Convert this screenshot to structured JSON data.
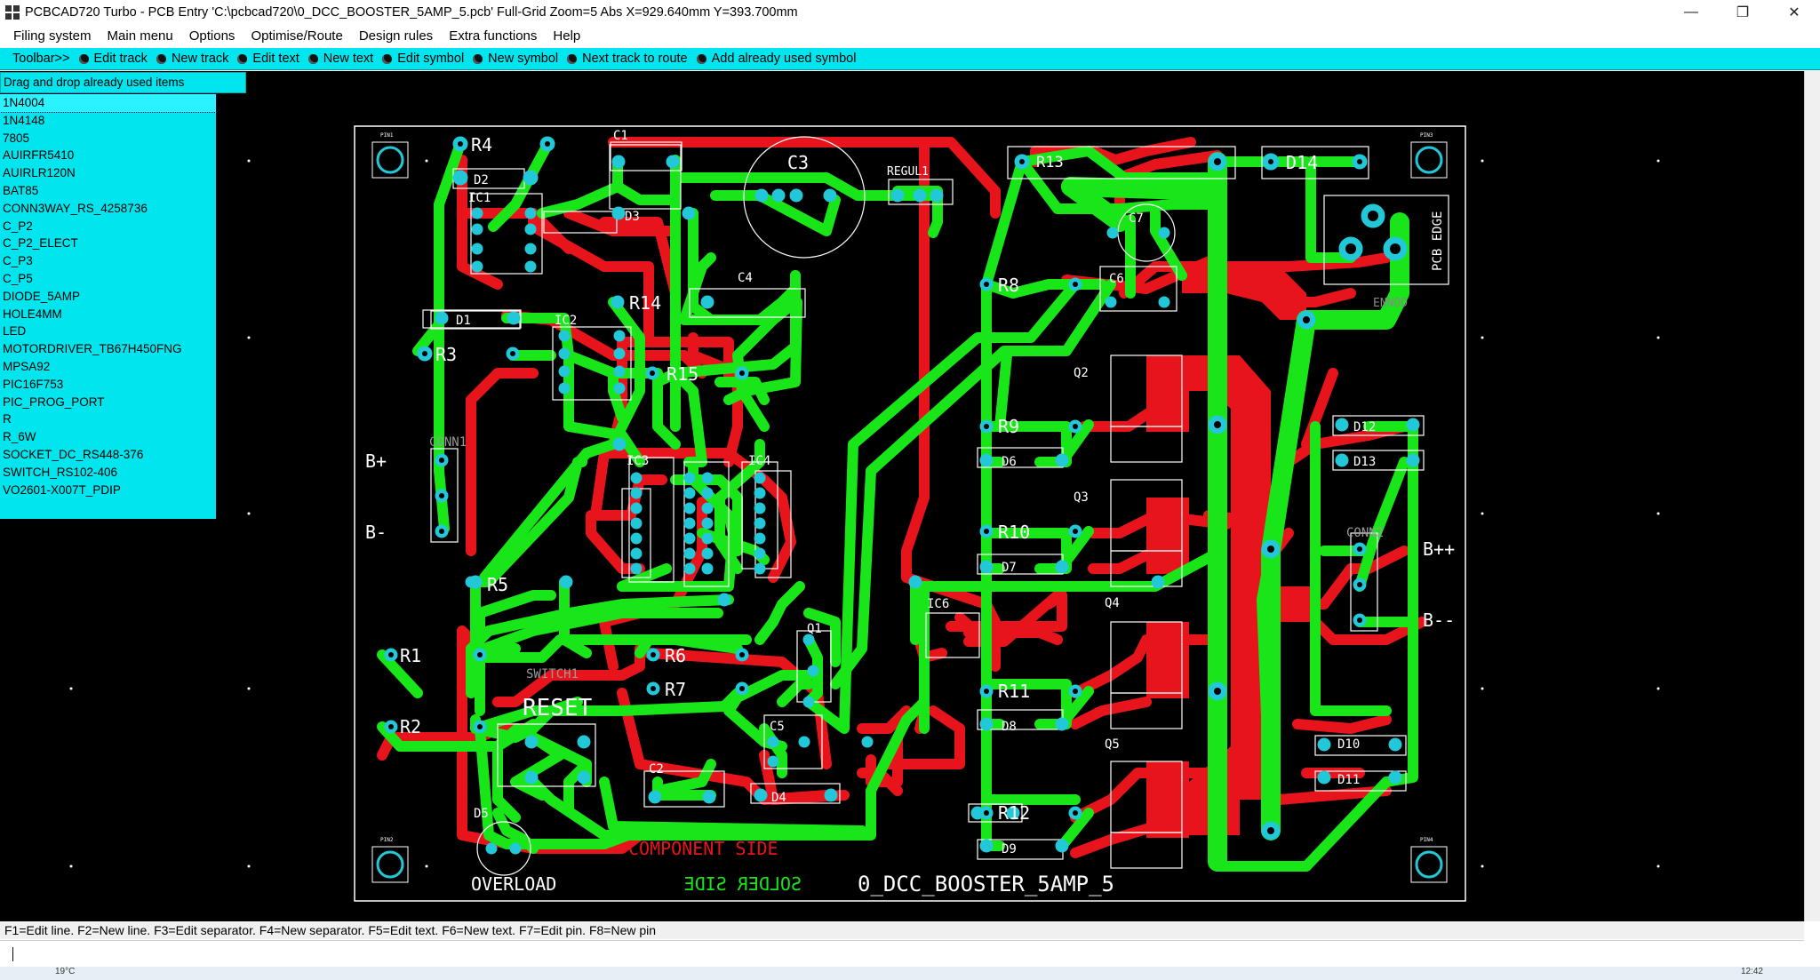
{
  "window": {
    "title": "PCBCAD720 Turbo - PCB Entry 'C:\\pcbcad720\\0_DCC_BOOSTER_5AMP_5.pcb' Full-Grid Zoom=5 Abs X=929.640mm Y=393.700mm",
    "minimize": "—",
    "maximize": "❐",
    "close": "✕"
  },
  "menu": [
    "Filing system",
    "Main menu",
    "Options",
    "Optimise/Route",
    "Design rules",
    "Extra functions",
    "Help"
  ],
  "toolbar": {
    "label": "Toolbar>>",
    "items": [
      "Edit track",
      "New track",
      "Edit text",
      "New text",
      "Edit symbol",
      "New symbol",
      "Next track to route",
      "Add already used symbol"
    ]
  },
  "panel": {
    "header": "Drag and drop already used items",
    "symbols": [
      "1N4004",
      "1N4148",
      "7805",
      "AUIRFR5410",
      "AUIRLR120N",
      "BAT85",
      "CONN3WAY_RS_4258736",
      "C_P2",
      "C_P2_ELECT",
      "C_P3",
      "C_P5",
      "DIODE_5AMP",
      "HOLE4MM",
      "LED",
      "MOTORDRIVER_TB67H450FNG",
      "MPSA92",
      "PIC16F753",
      "PIC_PROG_PORT",
      "R",
      "R_6W",
      "SOCKET_DC_RS448-376",
      "SWITCH_RS102-406",
      "VO2601-X007T_PDIP"
    ],
    "selected_index": 0
  },
  "board": {
    "labels": {
      "R4": "R4",
      "D2": "D2",
      "C1": "C1",
      "C3": "C3",
      "REGUL1": "REGUL1",
      "R13": "R13",
      "D14": "D14",
      "PCB_EDGE": "PCB EDGE",
      "ENNOD": "ENNOD",
      "IC1": "IC1",
      "C7": "C7",
      "C6": "C6",
      "R8": "R8",
      "D3": "D3",
      "C4": "C4",
      "R14": "R14",
      "D1": "D1",
      "IC2": "IC2",
      "R3": "R3",
      "R15": "R15",
      "Q2": "Q2",
      "R9": "R9",
      "D6": "D6",
      "D12": "D12",
      "D13": "D13",
      "CONN1": "CONN1",
      "B_plus": "B+",
      "B_minus": "B-",
      "IC3": "IC3",
      "IC4": "IC4",
      "Q3": "Q3",
      "R10": "R10",
      "D7": "D7",
      "CONN2": "CONN2",
      "B_plusplus": "B++",
      "B_minusminus": "B--",
      "R5": "R5",
      "IC6": "IC6",
      "Q4": "Q4",
      "Q1": "Q1",
      "R1": "R1",
      "R6": "R6",
      "SWITCH1": "SWITCH1",
      "R7": "R7",
      "R11": "R11",
      "R2": "R2",
      "RESET": "RESET",
      "C5": "C5",
      "D8": "D8",
      "Q5": "Q5",
      "D10": "D10",
      "D11": "D11",
      "C2": "C2",
      "D4": "D4",
      "R12": "R12",
      "D5": "D5",
      "D9": "D9",
      "COMPONENT_SIDE": "COMPONENT SIDE",
      "SOLDER_SIDE": "SOLDER SIDE",
      "OVERLOAD": "OVERLOAD",
      "BOARD_NAME": "0_DCC_BOOSTER_5AMP_5",
      "PIN1": "PIN1",
      "PIN2": "PIN2",
      "PIN3": "PIN3",
      "PIN4": "PIN4"
    }
  },
  "status": {
    "hint": "F1=Edit line. F2=New line. F3=Edit separator. F4=New separator. F5=Edit text. F6=New text. F7=Edit pin. F8=New pin"
  },
  "taskbar": {
    "temp": "19°C",
    "clock": "12:42"
  },
  "colors": {
    "top_copper": "#e8141c",
    "bottom_copper": "#19e619",
    "pad": "#22c7d8",
    "silk": "#ffffff",
    "toolbar": "#00e5ee"
  }
}
